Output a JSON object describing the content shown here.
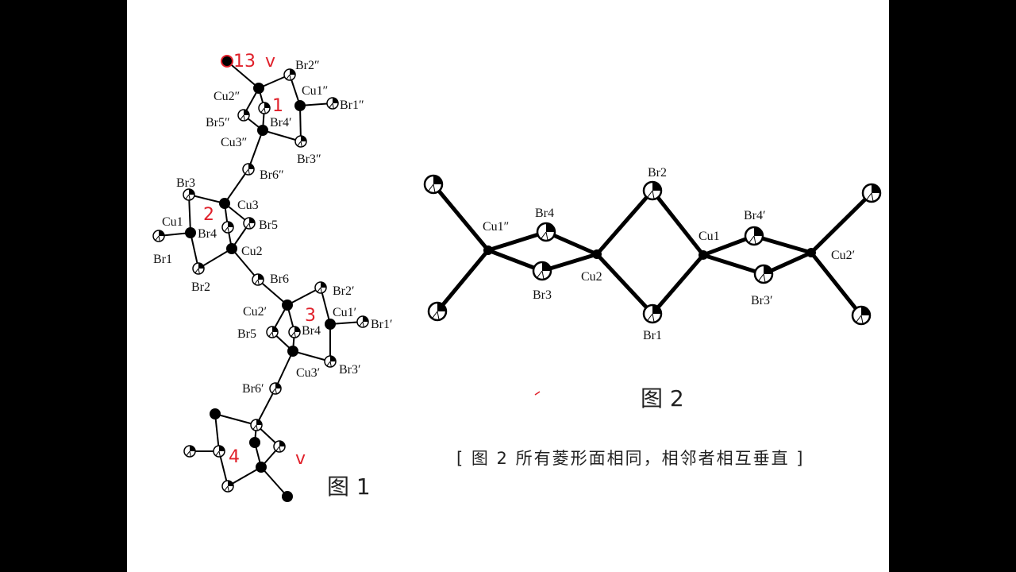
{
  "figure1": {
    "caption": "图 1",
    "labels": {
      "Br2pp": "Br2″",
      "Cu2pp": "Cu2″",
      "Cu1pp": "Cu1″",
      "Br1pp": "Br1″",
      "Br5pp": "Br5″",
      "Br4p_top": "Br4′",
      "Cu3pp": "Cu3″",
      "Br3pp": "Br3″",
      "Br6pp": "Br6″",
      "Br3": "Br3",
      "Cu3": "Cu3",
      "Cu1": "Cu1",
      "Br4": "Br4",
      "Br5": "Br5",
      "Br1": "Br1",
      "Cu2": "Cu2",
      "Br2": "Br2",
      "Br6": "Br6",
      "Br2p": "Br2′",
      "Cu2p": "Cu2′",
      "Cu1p": "Cu1′",
      "Br1p": "Br1′",
      "Br5p": "Br5",
      "Br4p": "Br4",
      "Cu3p": "Cu3′",
      "Br3p": "Br3′",
      "Br6p": "Br6′"
    },
    "annotations": [
      "13",
      "v",
      "1",
      "2",
      "3",
      "4",
      "v"
    ]
  },
  "figure2": {
    "caption": "图 2",
    "note": "[ 图 2 所有菱形面相同，相邻者相互垂直 ]",
    "labels": {
      "Cu1pp": "Cu1″",
      "Br4": "Br4",
      "Br3": "Br3",
      "Cu2": "Cu2",
      "Br2": "Br2",
      "Br1": "Br1",
      "Cu1": "Cu1",
      "Br4p": "Br4′",
      "Br3p": "Br3′",
      "Cu2p": "Cu2′"
    }
  },
  "colors": {
    "annotation": "#e0202a",
    "bond": "#000000",
    "slide": "#ffffff",
    "frame": "#000000"
  }
}
